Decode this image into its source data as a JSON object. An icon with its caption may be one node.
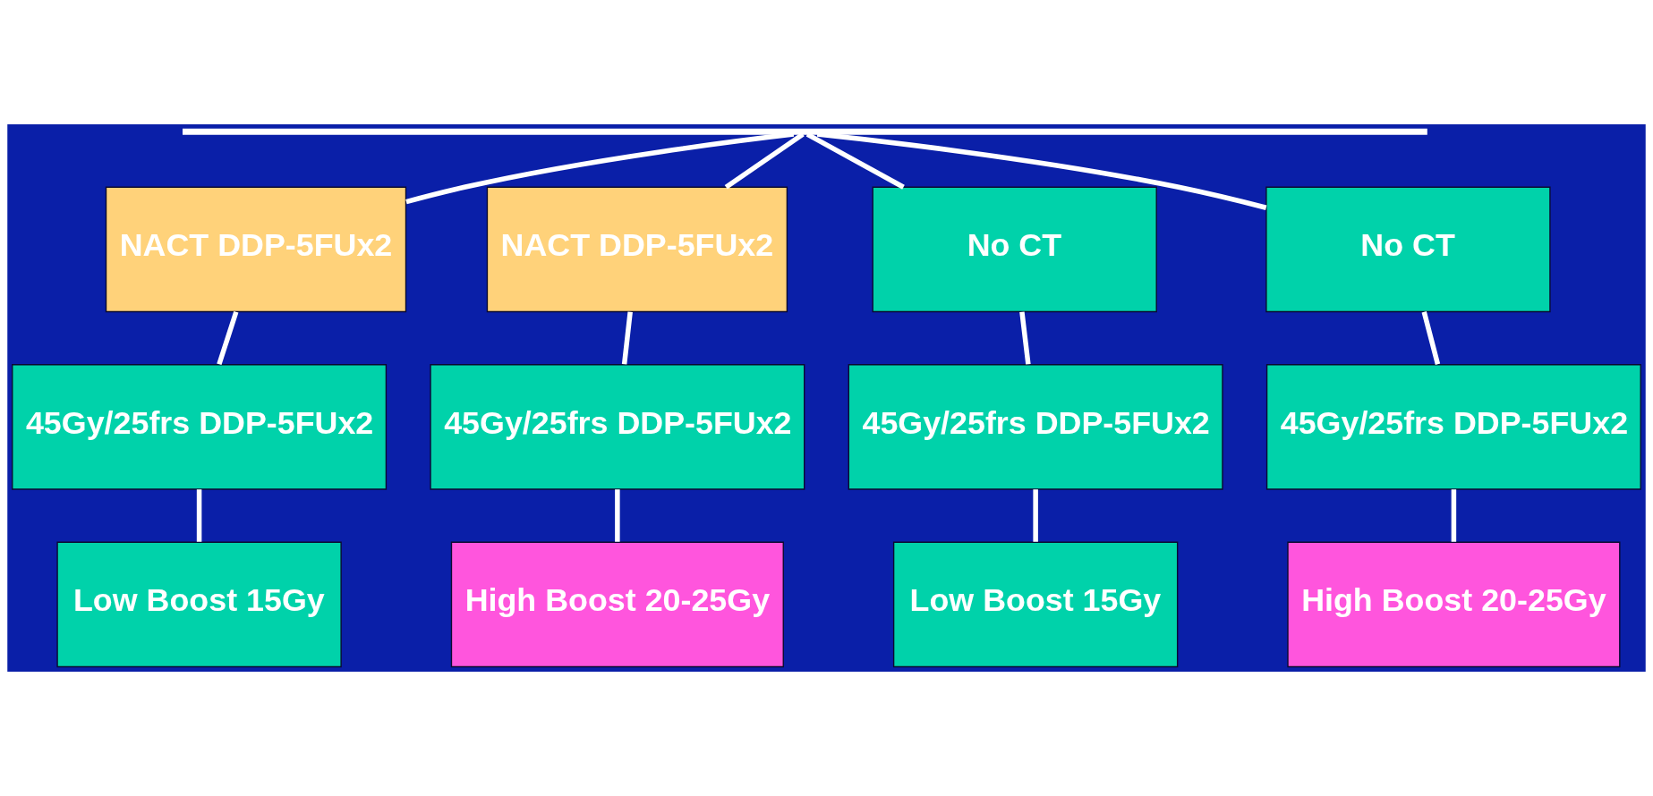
{
  "diagram": {
    "nodes": [
      {
        "text": [],
        "shape": "bar"
      },
      {
        "text": [
          "NACT DDP-5FUx2"
        ]
      },
      {
        "text": [
          "NACT DDP-5FUx2"
        ]
      },
      {
        "text": [
          "No CT"
        ]
      },
      {
        "text": [
          "No CT"
        ]
      },
      {
        "text": [
          "45Gy/25frs DDP-5FUx2"
        ]
      },
      {
        "text": [
          "45Gy/25frs DDP-5FUx2"
        ]
      },
      {
        "text": [
          "45Gy/25frs DDP-5FUx2"
        ]
      },
      {
        "text": [
          "45Gy/25frs DDP-5FUx2"
        ]
      },
      {
        "text": [
          "Low Boost 15Gy"
        ]
      },
      {
        "text": [
          "High Boost 20-25Gy"
        ]
      },
      {
        "text": [
          "Low Boost 15Gy"
        ]
      },
      {
        "text": [
          "High Boost 20-25Gy"
        ]
      }
    ],
    "edges": [
      {
        "from": 0,
        "to": 1,
        "arrow": "none"
      },
      {
        "from": 0,
        "to": 2,
        "arrow": "none"
      },
      {
        "from": 0,
        "to": 3,
        "arrow": "none"
      },
      {
        "from": 0,
        "to": 4,
        "arrow": "none"
      },
      {
        "from": 1,
        "to": 5,
        "arrow": "none"
      },
      {
        "from": 2,
        "to": 6,
        "arrow": "none"
      },
      {
        "from": 3,
        "to": 7,
        "arrow": "none"
      },
      {
        "from": 4,
        "to": 8,
        "arrow": "none"
      },
      {
        "from": 5,
        "to": 9,
        "arrow": "none"
      },
      {
        "from": 6,
        "to": 10,
        "arrow": "none"
      },
      {
        "from": 7,
        "to": 11,
        "arrow": "none"
      },
      {
        "from": 8,
        "to": 12,
        "arrow": "none"
      }
    ]
  }
}
